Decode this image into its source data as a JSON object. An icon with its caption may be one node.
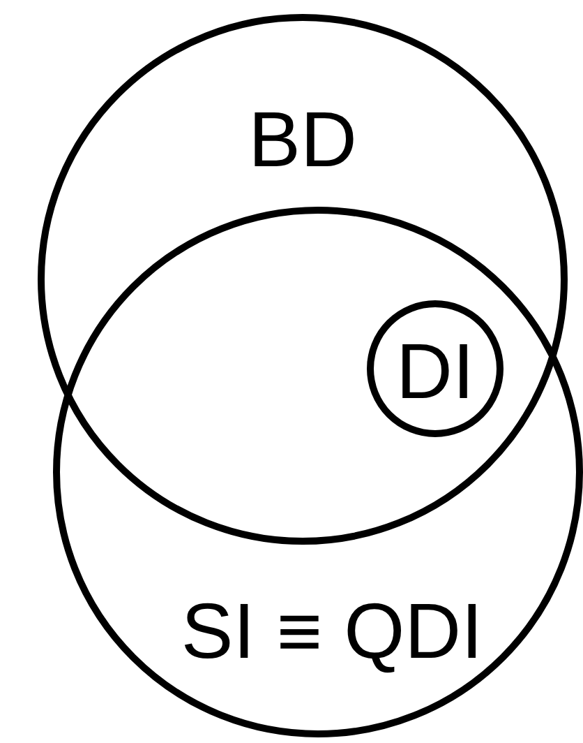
{
  "diagram": {
    "nodes": [
      {
        "text": [
          "BD"
        ]
      },
      {
        "text": [
          "SI ≡ QDI"
        ]
      },
      {
        "text": [
          "DI"
        ]
      }
    ]
  }
}
